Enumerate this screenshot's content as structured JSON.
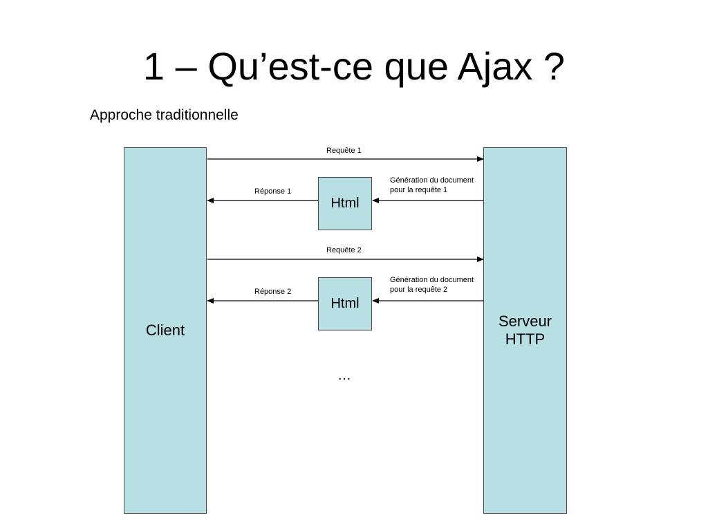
{
  "slide": {
    "title": "1 – Qu’est-ce que Ajax ?",
    "subtitle": "Approche traditionnelle"
  },
  "diagram": {
    "client_label": "Client",
    "server_label_line1": "Serveur",
    "server_label_line2": "HTTP",
    "doc_label_1": "Html",
    "doc_label_2": "Html",
    "request_1": "Requête 1",
    "response_1": "Réponse 1",
    "generation_1_line1": "Génération du document",
    "generation_1_line2": "pour la requête 1",
    "request_2": "Requête 2",
    "response_2": "Réponse 2",
    "generation_2_line1": "Génération du document",
    "generation_2_line2": "pour la requête 2",
    "continuation": "…"
  },
  "colors": {
    "box_fill": "#b8dfe3",
    "box_border": "#4a4a4a",
    "arrow": "#000000"
  }
}
